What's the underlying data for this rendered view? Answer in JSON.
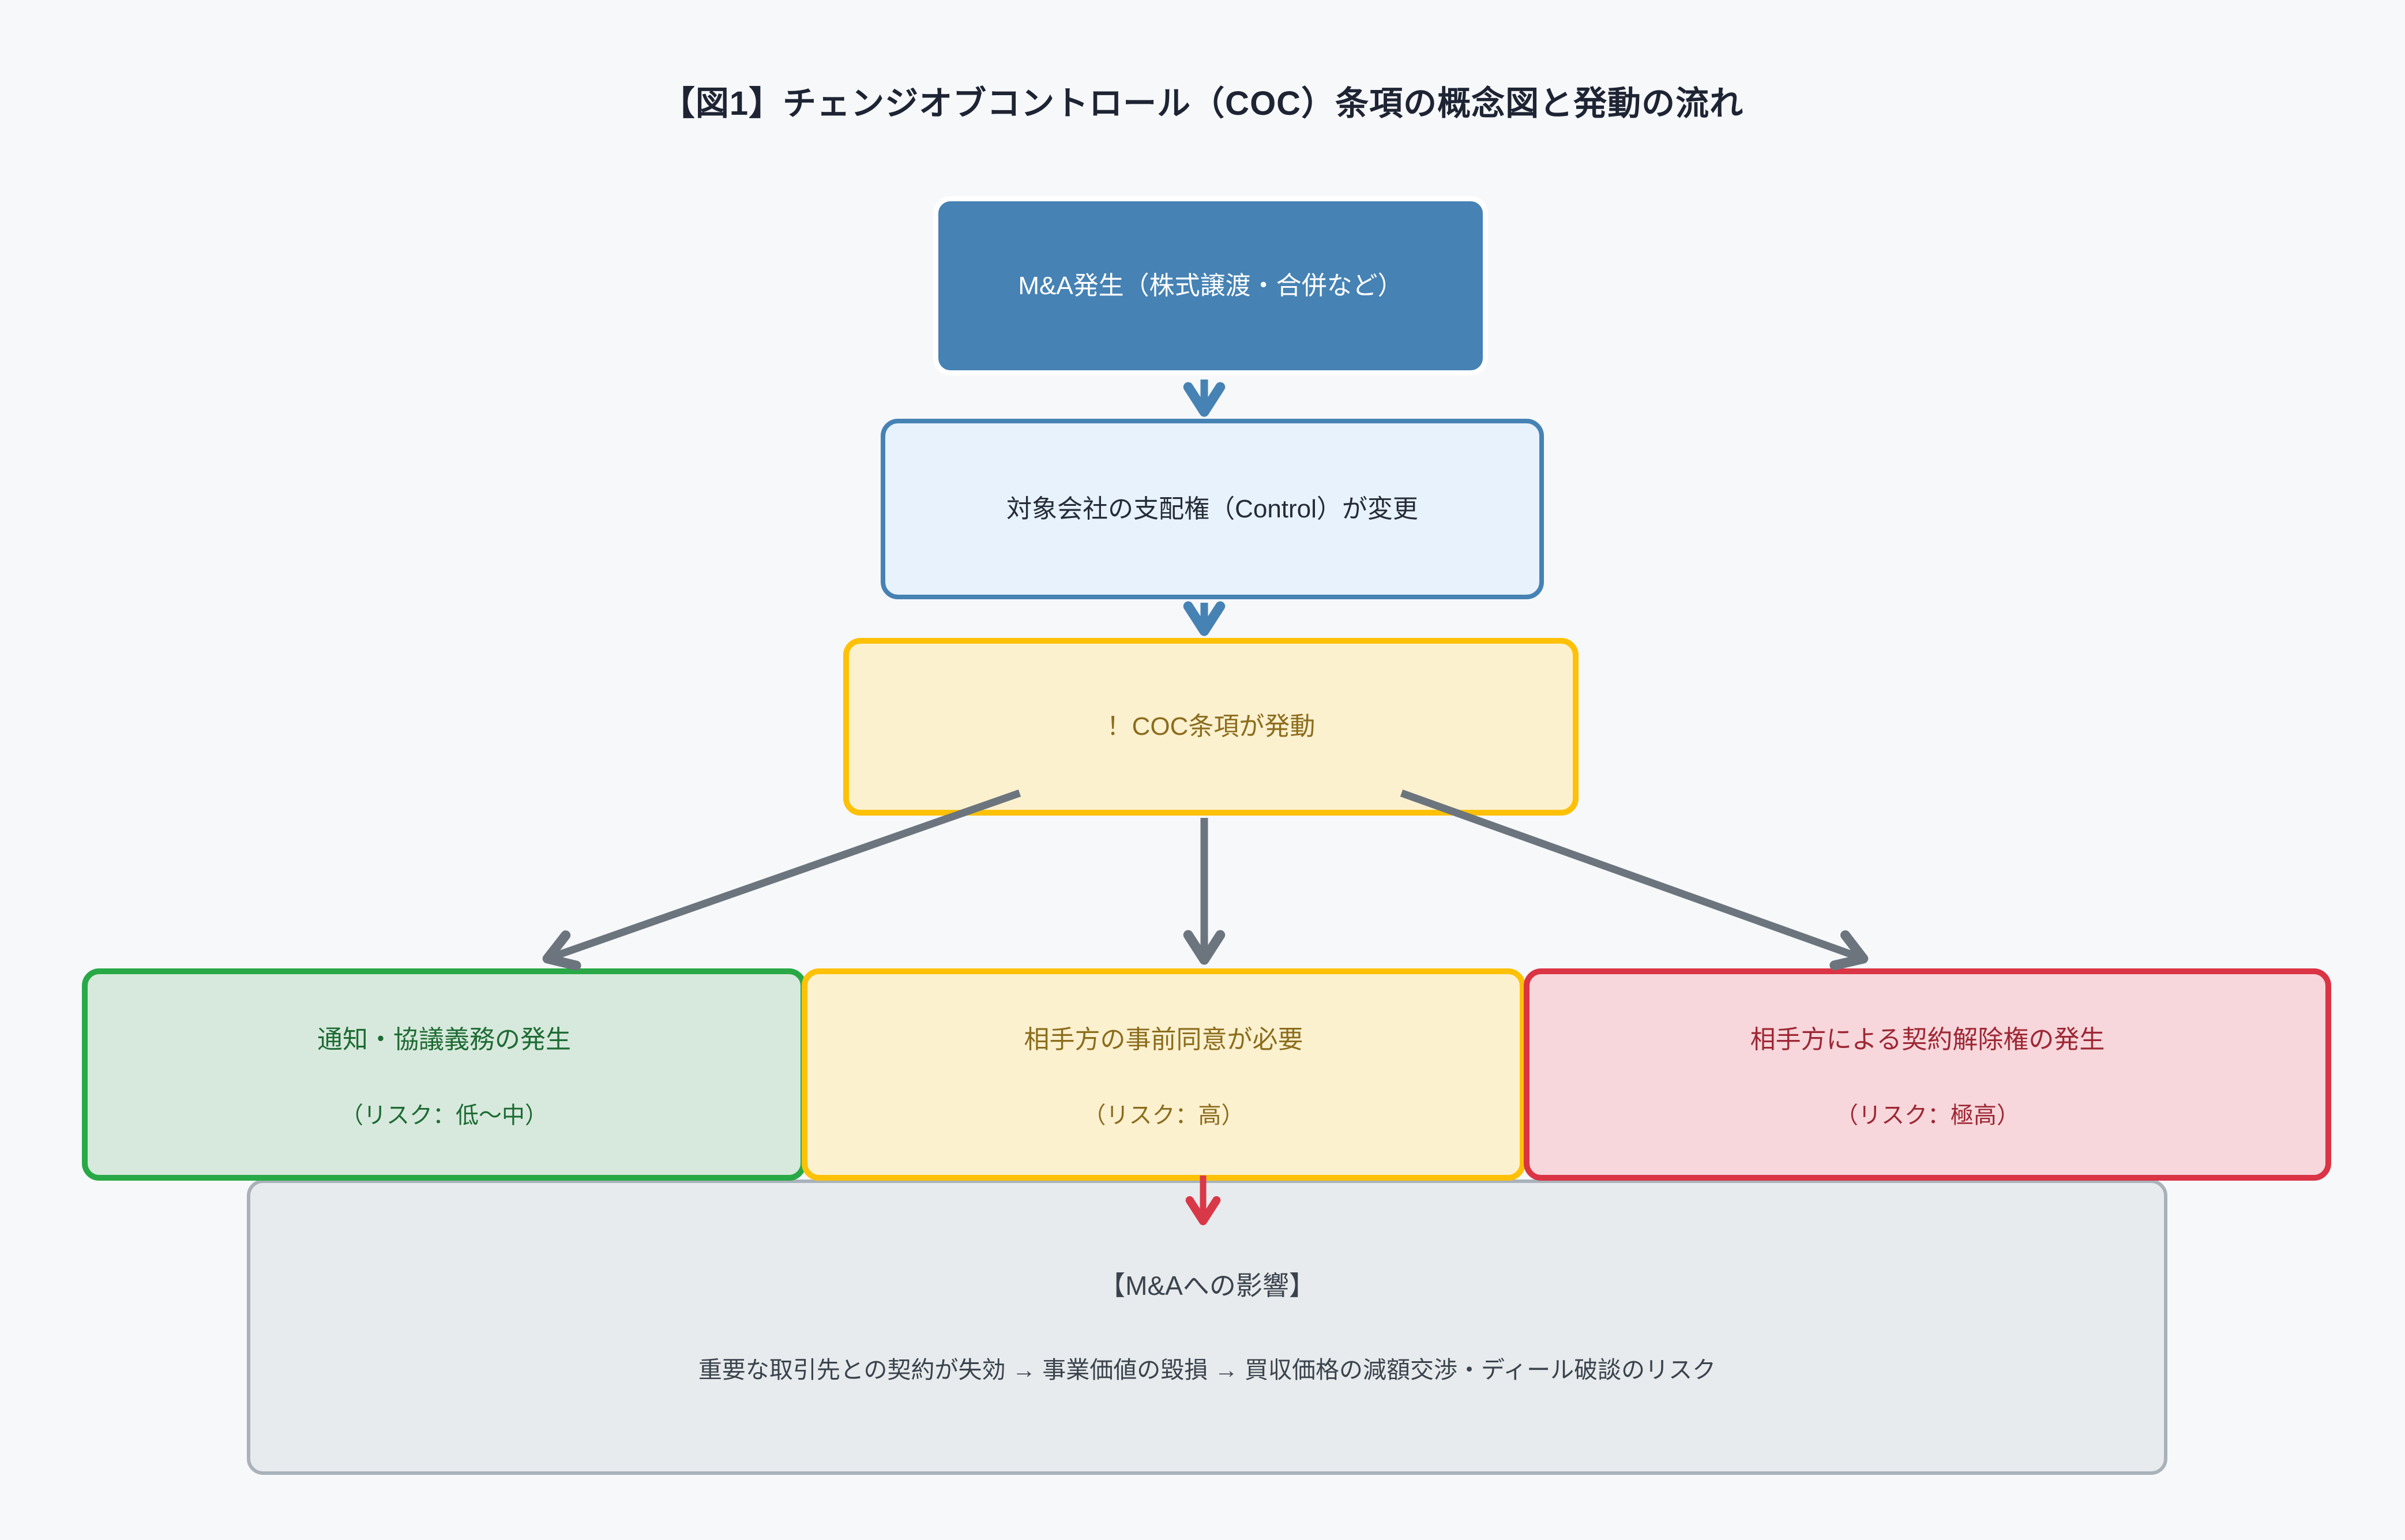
{
  "title": "【図1】チェンジオブコントロール（COC）条項の概念図と発動の流れ",
  "nodes": {
    "ma_event": {
      "label": "M&A発生（株式譲渡・合併など）"
    },
    "control_change": {
      "label": "対象会社の支配権（Control）が変更"
    },
    "coc_trigger": {
      "label": "！COC条項が発動"
    },
    "notice": {
      "label": "通知・協議義務の発生",
      "risk": "（リスク：低～中）"
    },
    "consent": {
      "label": "相手方の事前同意が必要",
      "risk": "（リスク：高）"
    },
    "termination": {
      "label": "相手方による契約解除権の発生",
      "risk": "（リスク：極高）"
    },
    "impact": {
      "heading": "【M&Aへの影響】",
      "body": "重要な取引先との契約が失効 → 事業価値の毀損 → 買収価格の減額交渉・ディール破談のリスク"
    }
  },
  "colors": {
    "background": "#F6F8FA",
    "flow_blue": "#4682B4",
    "light_blue_fill": "#E7F2FC",
    "amber_border": "#FFC107",
    "cream_fill": "#FCF1CF",
    "gold_text": "#8B6D1E",
    "green_border": "#28A946",
    "green_fill": "#D7E9DC",
    "green_text": "#1E6B34",
    "red_border": "#DA3445",
    "pink_fill": "#F7D7DB",
    "red_text": "#9E2735",
    "gray_fill": "#E8EBED",
    "gray_border": "#A9B2BA",
    "arrow_gray": "#6C757D",
    "arrow_red": "#D93848"
  }
}
